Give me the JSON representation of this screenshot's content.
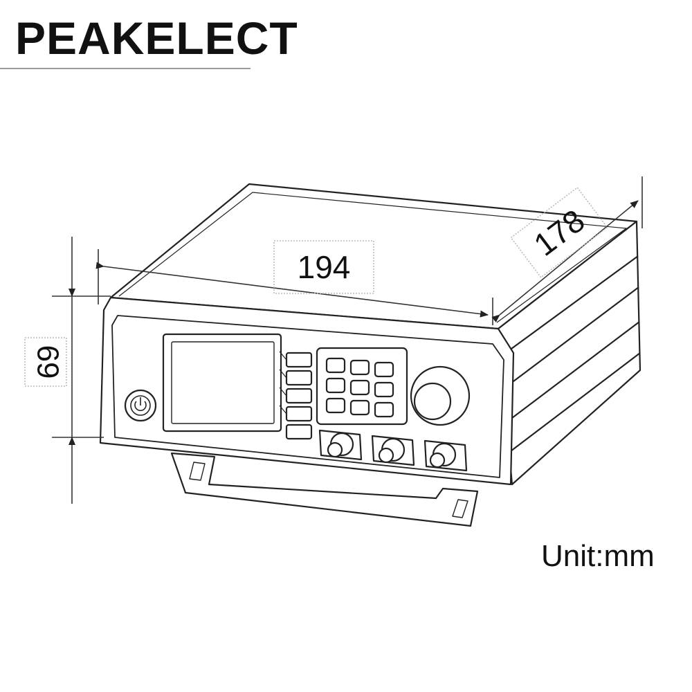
{
  "brand": {
    "name": "PEAKELECT"
  },
  "dimensions": {
    "width": "194",
    "depth": "178",
    "height": "69"
  },
  "unit_label": "Unit:mm",
  "colors": {
    "line": "#222222",
    "dim": "#333333",
    "box": "#bbbbbb"
  }
}
